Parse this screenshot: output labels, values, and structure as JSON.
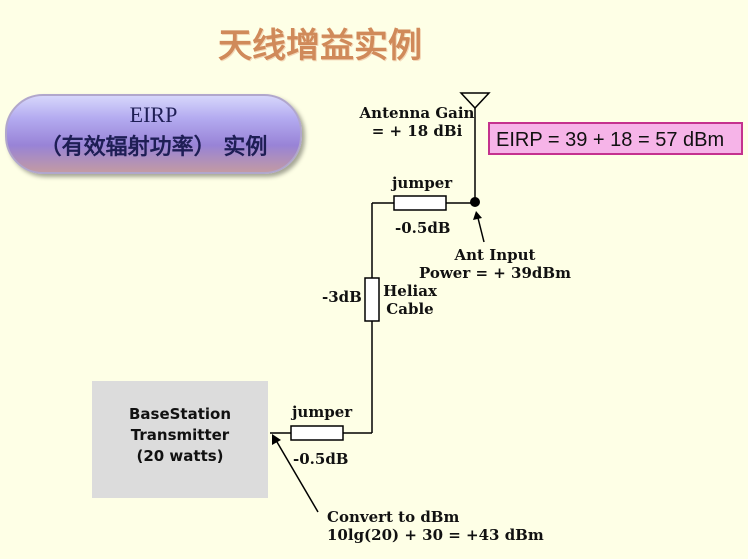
{
  "title": "天线增益实例",
  "pill": {
    "line1": "EIRP",
    "line2": "（有效辐射功率） 实例"
  },
  "antenna_gain": {
    "line1": "Antenna Gain",
    "line2": "= + 18 dBi"
  },
  "eirp_result": "EIRP = 39 + 18  = 57 dBm",
  "top_jumper": {
    "label": "jumper",
    "loss": "-0.5dB"
  },
  "ant_input": {
    "line1": "Ant Input",
    "line2": "Power = + 39dBm"
  },
  "heliax": {
    "loss": "-3dB",
    "line1": "Heliax",
    "line2": "Cable"
  },
  "base_station": {
    "line1": "BaseStation",
    "line2": "Transmitter",
    "line3": "(20 watts)"
  },
  "bottom_jumper": {
    "label": "jumper",
    "loss": "-0.5dB"
  },
  "convert": {
    "line1": "Convert to dBm",
    "line2": "10lg(20) + 30 = +43 dBm"
  }
}
